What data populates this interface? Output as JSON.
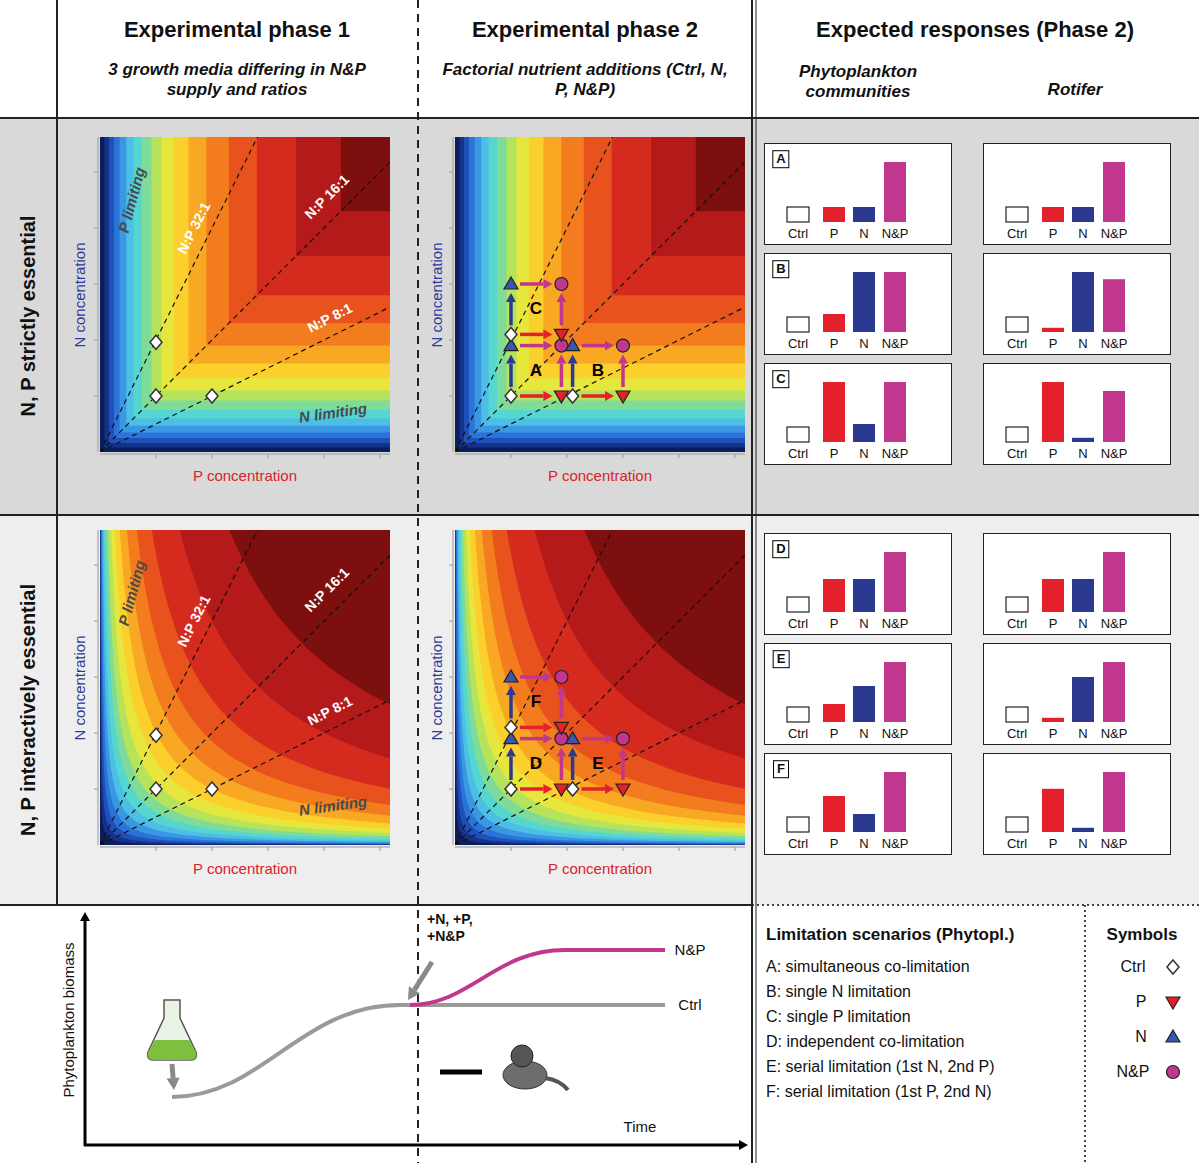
{
  "diagram": {
    "nodes": [
      {
        "text": [
          "Experimental phase 1",
          "3 growth media differing in N&P supply and ratios"
        ]
      },
      {
        "text": [
          "Experimental phase 2",
          "Factorial nutrient additions (Ctrl, N, P, N&P)"
        ]
      },
      {
        "text": [
          "Expected responses (Phase 2)",
          "Phytoplankton communities",
          "Rotifer"
        ]
      },
      {
        "text": [
          "N, P strictly essential"
        ]
      },
      {
        "text": [
          "P limiting",
          "N:P 32:1",
          "N:P 16:1",
          "N:P 8:1",
          "N limiting",
          "N concentration",
          "P concentration"
        ]
      },
      {
        "text": [
          "C",
          "A",
          "B",
          "N concentration",
          "P concentration"
        ]
      },
      {
        "text": [
          "A",
          "Ctrl",
          "P",
          "N",
          "N&P"
        ]
      },
      {
        "text": [
          "Ctrl",
          "P",
          "N",
          "N&P"
        ]
      },
      {
        "text": [
          "B",
          "Ctrl",
          "P",
          "N",
          "N&P"
        ]
      },
      {
        "text": [
          "Ctrl",
          "P",
          "N",
          "N&P"
        ]
      },
      {
        "text": [
          "C",
          "Ctrl",
          "P",
          "N",
          "N&P"
        ]
      },
      {
        "text": [
          "Ctrl",
          "P",
          "N",
          "N&P"
        ]
      },
      {
        "text": [
          "N, P interactively essential"
        ]
      },
      {
        "text": [
          "P limiting",
          "N:P 32:1",
          "N:P 16:1",
          "N:P 8:1",
          "N limiting",
          "N concentration",
          "P concentration"
        ]
      },
      {
        "text": [
          "F",
          "D",
          "E",
          "N concentration",
          "P concentration"
        ]
      },
      {
        "text": [
          "D",
          "Ctrl",
          "P",
          "N",
          "N&P"
        ]
      },
      {
        "text": [
          "Ctrl",
          "P",
          "N",
          "N&P"
        ]
      },
      {
        "text": [
          "E",
          "Ctrl",
          "P",
          "N",
          "N&P"
        ]
      },
      {
        "text": [
          "Ctrl",
          "P",
          "N",
          "N&P"
        ]
      },
      {
        "text": [
          "F",
          "Ctrl",
          "P",
          "N",
          "N&P"
        ]
      },
      {
        "text": [
          "Ctrl",
          "P",
          "N",
          "N&P"
        ]
      },
      {
        "text": [
          "Phytoplankton biomass",
          "Time",
          "+N, +P, +N&P",
          "N&P",
          "Ctrl"
        ]
      },
      {
        "text": [
          "Limitation scenarios (Phytopl.)",
          "A: simultaneous co-limitation",
          "B: single N limitation",
          "C: single P limitation",
          "D: independent co-limitation",
          "E: serial limitation (1st N, 2nd P)",
          "F: serial limitation (1st P, 2nd N)"
        ]
      },
      {
        "text": [
          "Symbols",
          "Ctrl",
          "P",
          "N",
          "N&P"
        ]
      }
    ]
  }
}
